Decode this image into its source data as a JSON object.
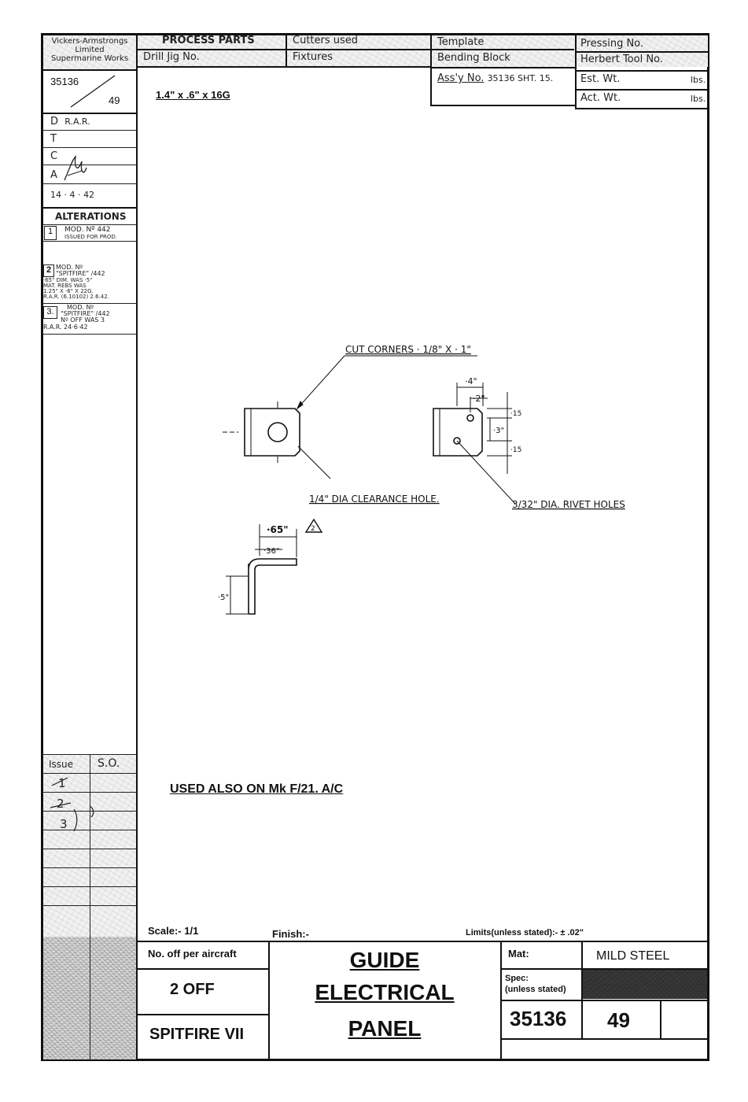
{
  "header": {
    "maker": [
      "Vickers-Armstrongs",
      "Limited",
      "Supermarine Works"
    ],
    "process_parts": "PROCESS PARTS",
    "cutters_used": "Cutters used",
    "template": "Template",
    "pressing_no": "Pressing No.",
    "drill_jig_no": "Drill Jig No.",
    "fixtures": "Fixtures",
    "bending_block": "Bending Block",
    "herbert_tool_no": "Herbert Tool No.",
    "assy_no_label": "Ass'y No.",
    "assy_no_value": "35136  SHT. 15.",
    "est_wt": "Est. Wt.",
    "act_wt": "Act. Wt.",
    "lbs": "lbs."
  },
  "stock_size": "1.4\" x .6\" x 16G",
  "left_panel": {
    "part_no": "35136",
    "sheet_no": "49",
    "approvals": [
      {
        "letter": "D",
        "value": "R.A.R."
      },
      {
        "letter": "T",
        "value": ""
      },
      {
        "letter": "C",
        "value": ""
      },
      {
        "letter": "A",
        "value": ""
      }
    ],
    "date": "14 · 4 · 42",
    "alterations_title": "ALTERATIONS",
    "alterations": [
      {
        "num": "1",
        "lines": [
          "MOD. Nº 442",
          "ISSUED FOR PROD."
        ]
      },
      {
        "num": "2",
        "lines": [
          "MOD. Nº",
          "\"SPITFIRE\" /442",
          "·65\" DIM. WAS ·5\"",
          "MAT. REBS WAS",
          "1.25\" X ·6\" X 22G.",
          "R.A.R. (6.10102) 2.6.42."
        ]
      },
      {
        "num": "3.",
        "lines": [
          "MOD. Nº",
          "\"SPITFIRE\" /442",
          "Nº OFF WAS 3",
          "R.A.R.    24·6·42"
        ]
      }
    ],
    "issue_label": "Issue",
    "so_label": "S.O.",
    "issues": [
      "1",
      "2",
      "3"
    ]
  },
  "drawing": {
    "cut_corners": "CUT CORNERS · 1/8\" X · 1\"",
    "clearance_hole": "1/4\" DIA  CLEARANCE  HOLE.",
    "rivet_holes": "3/32\" DIA.  RIVET  HOLES",
    "dim_4": "·4\"",
    "dim_2": "·2\"",
    "dim_15_top": "·15",
    "dim_3": "·3\"",
    "dim_15_bottom": "·15",
    "dim_65": "·65\"",
    "dim_36": "·36\"",
    "dim_5": "·5\"",
    "issue_mark": "2"
  },
  "notes": {
    "used_also": "USED ALSO ON Mk F/21. A/C"
  },
  "title_block": {
    "scale": "Scale:- 1/1",
    "finish": "Finish:-",
    "limits": "Limits(unless stated):- ± .02\"",
    "no_off_label": "No. off per aircraft",
    "no_off_value": "2 OFF",
    "aircraft": "SPITFIRE VII",
    "title_lines": [
      "GUIDE",
      "ELECTRICAL",
      "PANEL"
    ],
    "mat_label": "Mat:",
    "mat_value": "MILD STEEL",
    "spec_label": "Spec:",
    "spec_sub": "(unless stated)",
    "drawing_no": "35136",
    "sheet_no": "49"
  }
}
